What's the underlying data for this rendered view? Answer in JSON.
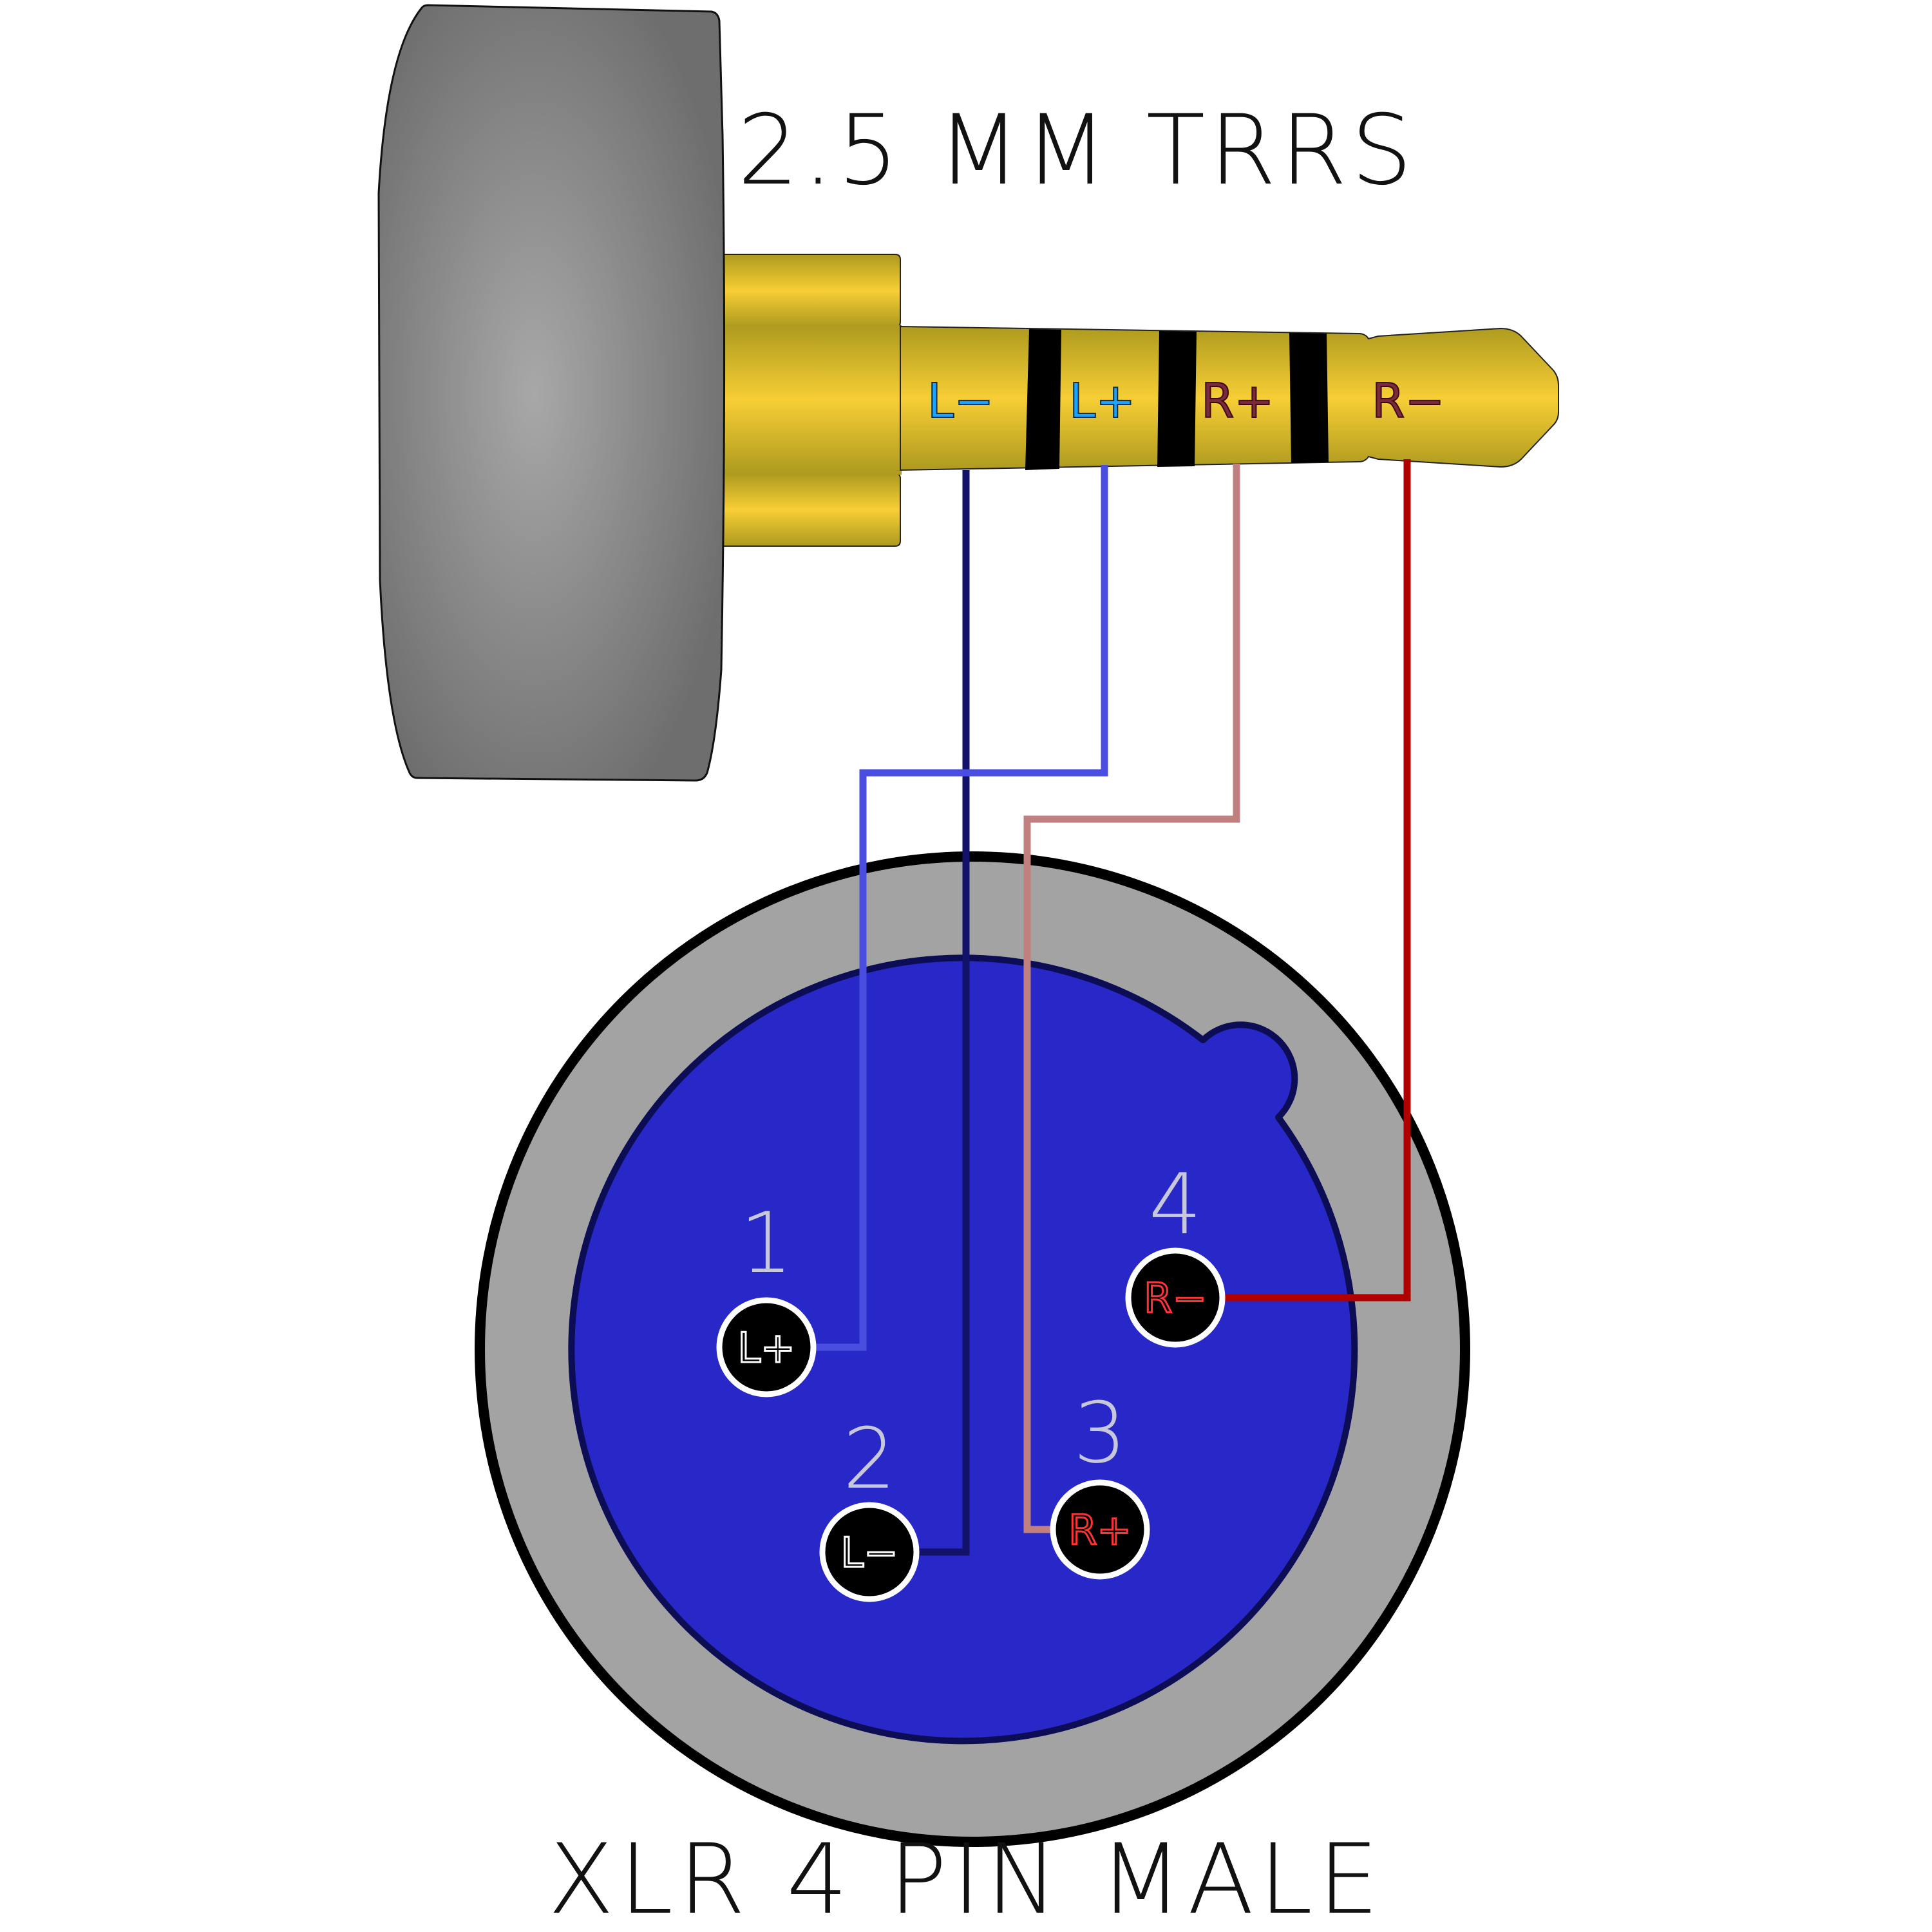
{
  "title": "2.5 MM TRRS",
  "footer": "XLR 4 PIN MALE",
  "plug": {
    "contacts": [
      {
        "label": "L−",
        "color": "#1aa3ff"
      },
      {
        "label": "L+",
        "color": "#1aa3ff"
      },
      {
        "label": "R+",
        "color": "#7a2a3a"
      },
      {
        "label": "R−",
        "color": "#7a2a3a"
      }
    ]
  },
  "xlr": {
    "pins": [
      {
        "number": "1",
        "label": "L+",
        "label_color": "#ffffff"
      },
      {
        "number": "2",
        "label": "L−",
        "label_color": "#ffffff"
      },
      {
        "number": "3",
        "label": "R+",
        "label_color": "#ff3333"
      },
      {
        "number": "4",
        "label": "R−",
        "label_color": "#ff3333"
      }
    ]
  },
  "wires": [
    {
      "from": "L−",
      "to_pin": "2",
      "color": "#12126a"
    },
    {
      "from": "L+",
      "to_pin": "1",
      "color": "#4a4ee0"
    },
    {
      "from": "R+",
      "to_pin": "3",
      "color": "#c08080"
    },
    {
      "from": "R−",
      "to_pin": "4",
      "color": "#b00000"
    }
  ],
  "colors": {
    "plug_body": "#6e6e6e",
    "plug_metal": "#c9a927",
    "plug_band": "#000000",
    "xlr_shell": "#a3a3a3",
    "xlr_face": "#2828c8",
    "xlr_outline": "#000000"
  }
}
